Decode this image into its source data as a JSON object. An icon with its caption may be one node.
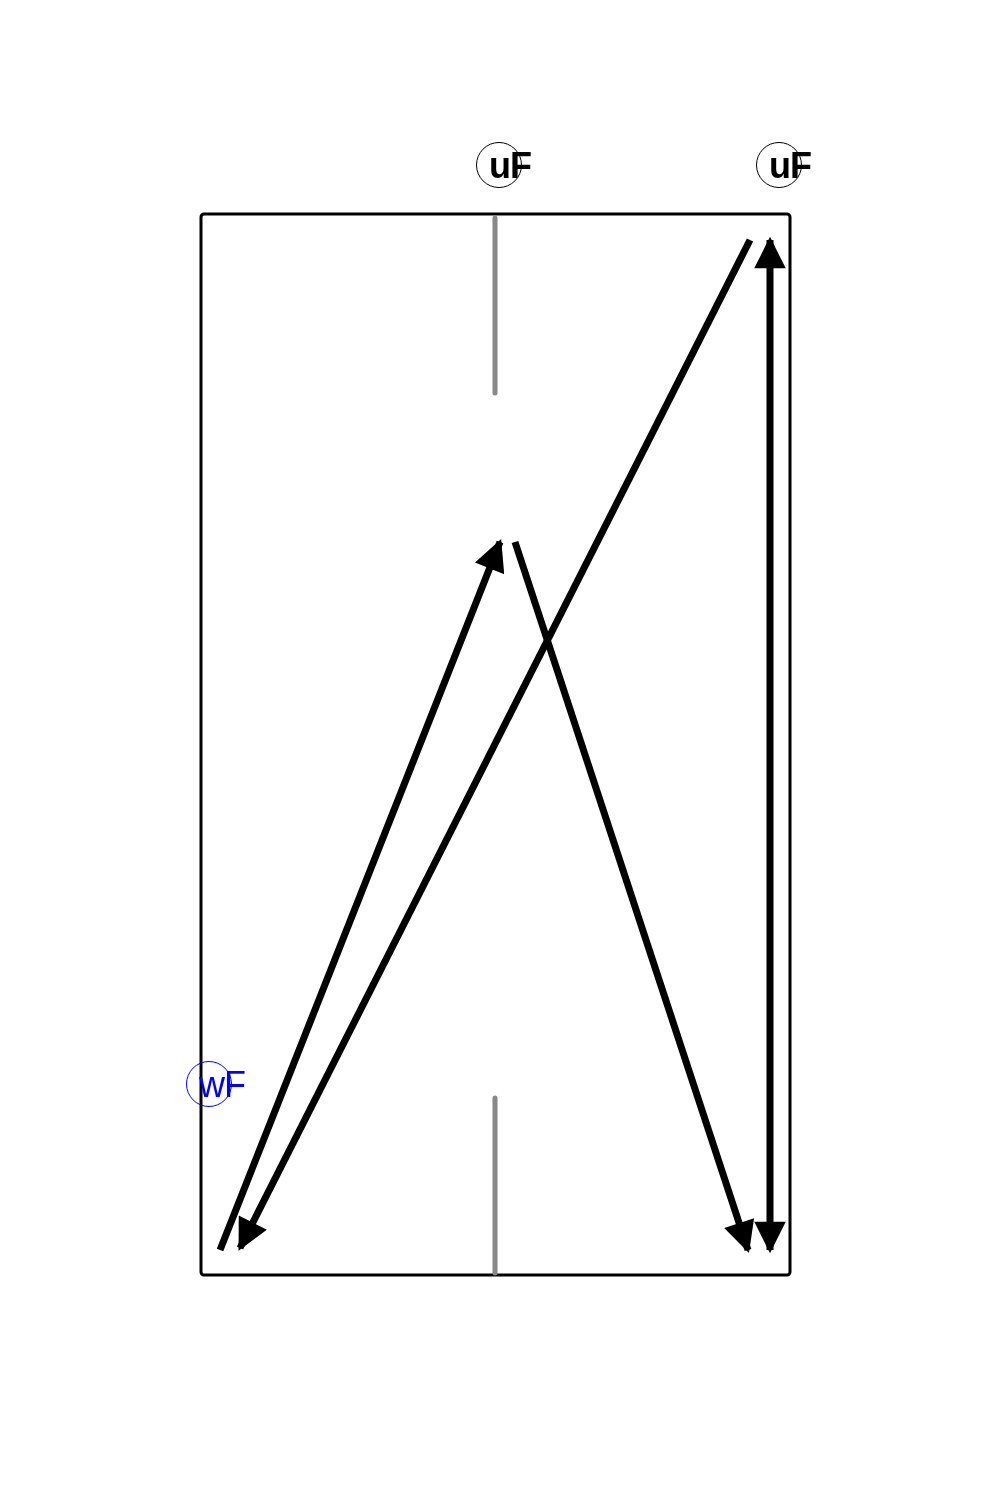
{
  "diagram": {
    "nodes": [
      {
        "text": [
          "uF"
        ]
      },
      {
        "text": [
          "uF"
        ]
      },
      {
        "text": [
          "wF"
        ]
      }
    ]
  }
}
